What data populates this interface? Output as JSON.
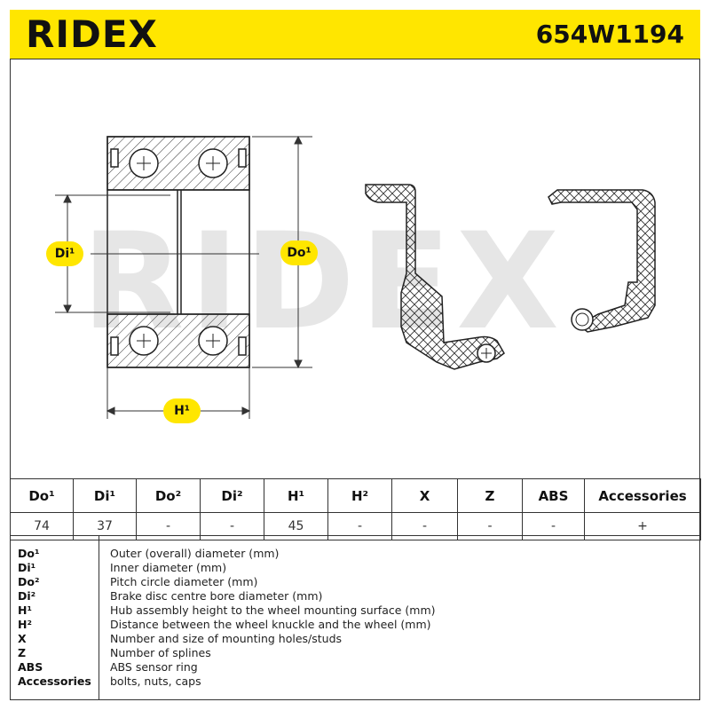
{
  "header": {
    "brand": "RIDEX",
    "part_number": "654W1194"
  },
  "drawing": {
    "watermark": "RIDEX",
    "dimensions": {
      "di": "Di¹",
      "do": "Do¹",
      "h": "H¹"
    }
  },
  "spec_table": {
    "headers": [
      "Do¹",
      "Di¹",
      "Do²",
      "Di²",
      "H¹",
      "H²",
      "X",
      "Z",
      "ABS",
      "Accessories"
    ],
    "values": [
      "74",
      "37",
      "-",
      "-",
      "45",
      "-",
      "-",
      "-",
      "-",
      "+"
    ]
  },
  "legend": [
    {
      "key": "Do¹",
      "desc": "Outer (overall) diameter (mm)"
    },
    {
      "key": "Di¹",
      "desc": "Inner diameter (mm)"
    },
    {
      "key": "Do²",
      "desc": "Pitch circle diameter (mm)"
    },
    {
      "key": "Di²",
      "desc": "Brake disc centre bore diameter (mm)"
    },
    {
      "key": "H¹",
      "desc": "Hub assembly height to the wheel mounting surface (mm)"
    },
    {
      "key": "H²",
      "desc": "Distance between the wheel knuckle and the wheel (mm)"
    },
    {
      "key": "X",
      "desc": "Number and size of mounting holes/studs"
    },
    {
      "key": "Z",
      "desc": "Number of splines"
    },
    {
      "key": "ABS",
      "desc": "ABS sensor ring"
    },
    {
      "key": "Accessories",
      "desc": "bolts, nuts, caps"
    }
  ],
  "colors": {
    "accent": "#ffe600",
    "line": "#333333",
    "watermark": "#e6e6e6"
  }
}
